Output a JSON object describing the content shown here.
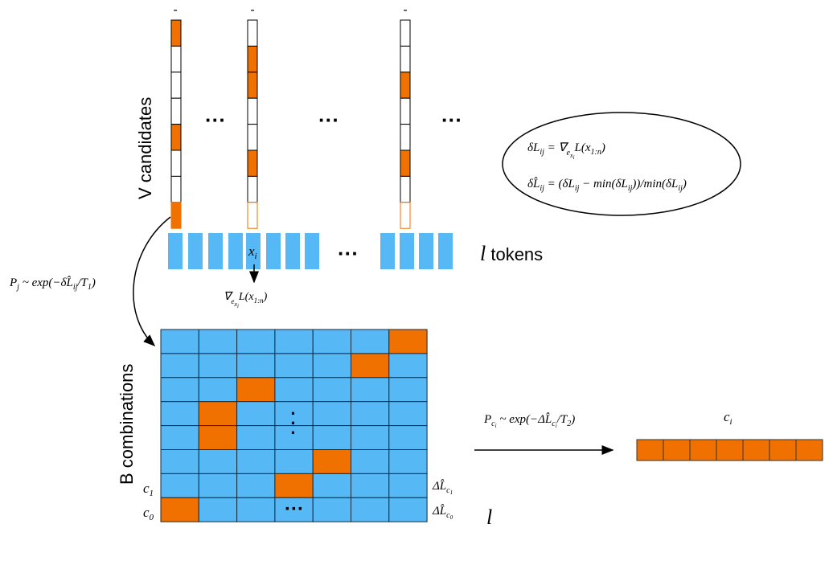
{
  "labels": {
    "v_candidates": "V candidates",
    "b_combinations": "B combinations",
    "l_tokens_l": "l",
    "l_tokens_word": " tokens",
    "ellipsis": "···",
    "top_marker": "-",
    "bottom_l": "l"
  },
  "tokens": {
    "x_i": "x",
    "x_i_sub": "i",
    "grad_nabla": "∇",
    "grad_e": "e",
    "grad_x": "x",
    "grad_i": "i",
    "grad_L": "L(x",
    "grad_range": "1:n",
    "grad_close": ")"
  },
  "formulas": {
    "eq1_lhs": "δL",
    "eq1_sub": "ij",
    "eq1_eq": " = ∇",
    "eq1_e": "e",
    "eq1_x": "x",
    "eq1_i": "i",
    "eq1_rest": "L(x",
    "eq1_range": "1:n",
    "eq1_close": ")",
    "eq2_lhs": "δL̂",
    "eq2_sub": "ij",
    "eq2_mid": " = (δL",
    "eq2_sub2": "ij",
    "eq2_min": " − min(δL",
    "eq2_sub3": "ij",
    "eq2_div": "))/min(δL",
    "eq2_sub4": "ij",
    "eq2_close": ")",
    "pj_P": "P",
    "pj_sub": "j",
    "pj_rest": " ~ exp(−δL̂",
    "pj_sub2": "ij",
    "pj_T": "/T",
    "pj_T_sub": "1",
    "pj_close": ")",
    "pc_P": "P",
    "pc_c": "c",
    "pc_i": "i",
    "pc_rest": " ~ exp(−ΔL̂",
    "pc_c2": "c",
    "pc_i2": "i",
    "pc_T": "/T",
    "pc_T_sub": "2",
    "pc_close": ")"
  },
  "rows": {
    "c1": "c",
    "c1_sub": "1",
    "c0": "c",
    "c0_sub": "0",
    "dl1": "ΔL̂",
    "dl1_c": "c",
    "dl1_sub": "1",
    "dl0": "ΔL̂",
    "dl0_c": "c",
    "dl0_sub": "0",
    "ci": "c",
    "ci_sub": "i"
  },
  "colors": {
    "orange": "#f07000",
    "blue": "#56b8f5",
    "stroke": "#000000"
  },
  "candidate_columns": [
    {
      "filled": [
        0,
        4,
        7
      ],
      "last_outline": false
    },
    {
      "filled": [
        1,
        2,
        5
      ],
      "last_outline": true
    },
    {
      "filled": [
        2,
        5
      ],
      "last_outline": true
    }
  ],
  "grid_orange_cells": [
    [
      0,
      6
    ],
    [
      1,
      5
    ],
    [
      2,
      2
    ],
    [
      3,
      1
    ],
    [
      4,
      1
    ],
    [
      5,
      4
    ],
    [
      6,
      3
    ],
    [
      7,
      0
    ]
  ]
}
